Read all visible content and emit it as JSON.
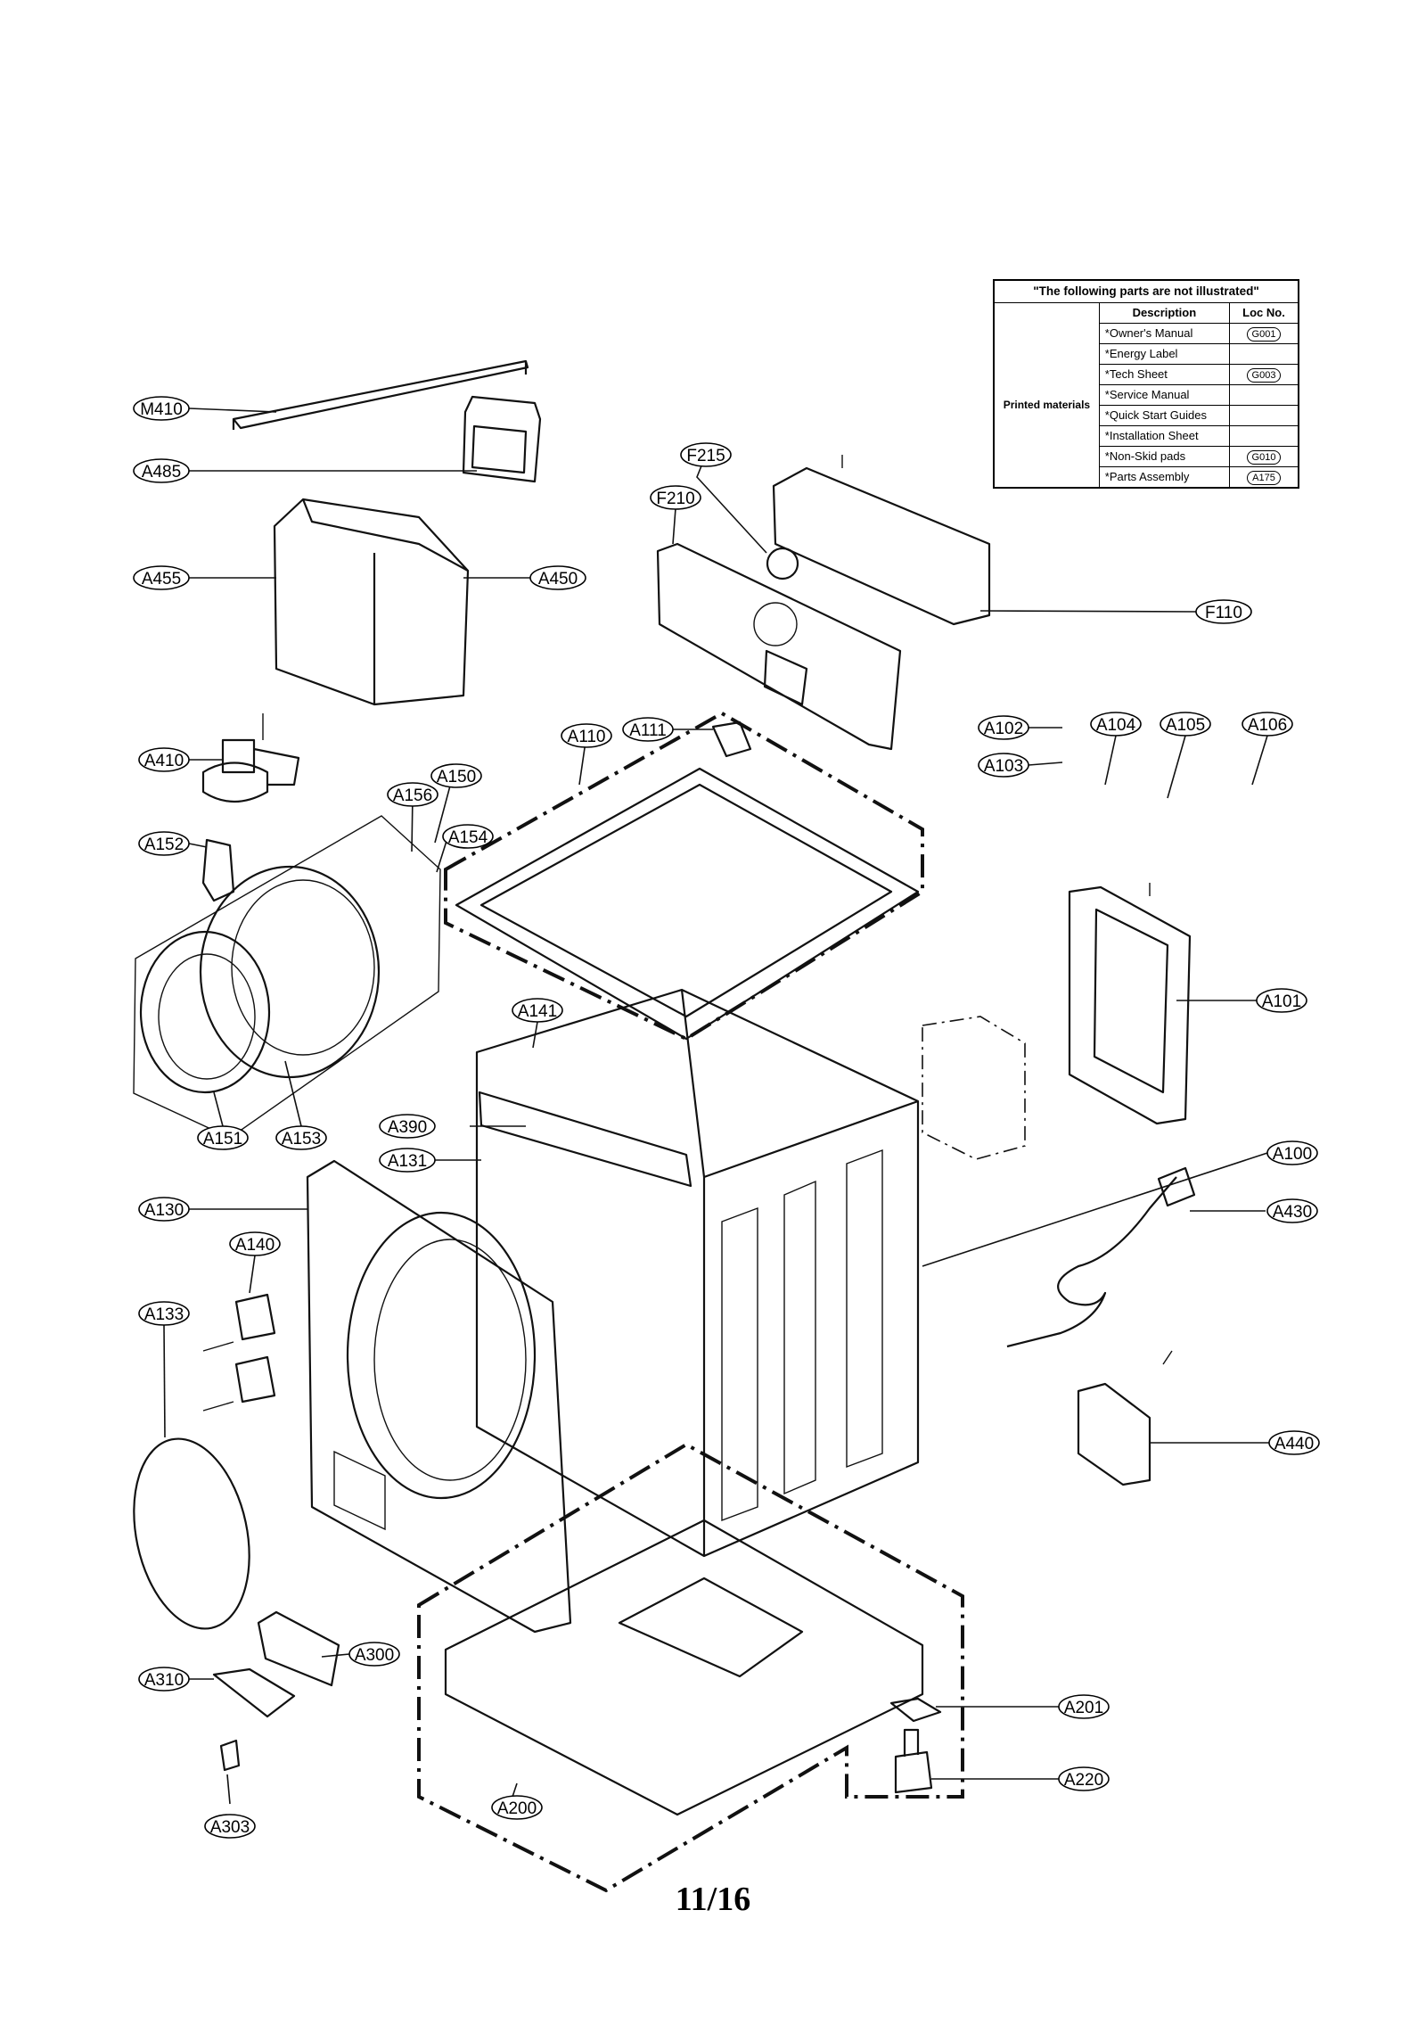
{
  "labels": [
    "M410",
    "A485",
    "F215",
    "F210",
    "A455",
    "A450",
    "F110",
    "A110",
    "A111",
    "A102",
    "A104",
    "A105",
    "A106",
    "A410",
    "A103",
    "A156",
    "A150",
    "A152",
    "A154",
    "A101",
    "A141",
    "A390",
    "A131",
    "A151",
    "A153",
    "A100",
    "A130",
    "A430",
    "A140",
    "A133",
    "A440",
    "A300",
    "A310",
    "A201",
    "A220",
    "A200",
    "A303"
  ],
  "table": {
    "title": "\"The following parts are not illustrated\"",
    "col_description": "Description",
    "col_loc": "Loc No.",
    "group_label": "Printed materials",
    "rows": [
      {
        "description": "*Owner's Manual",
        "loc": "G001"
      },
      {
        "description": "*Energy Label",
        "loc": ""
      },
      {
        "description": "*Tech Sheet",
        "loc": "G003"
      },
      {
        "description": "*Service Manual",
        "loc": ""
      },
      {
        "description": "*Quick Start Guides",
        "loc": ""
      },
      {
        "description": "*Installation Sheet",
        "loc": ""
      },
      {
        "description": "*Non-Skid pads",
        "loc": "G010"
      },
      {
        "description": "*Parts Assembly",
        "loc": "A175"
      }
    ]
  },
  "page_number": "11/16"
}
